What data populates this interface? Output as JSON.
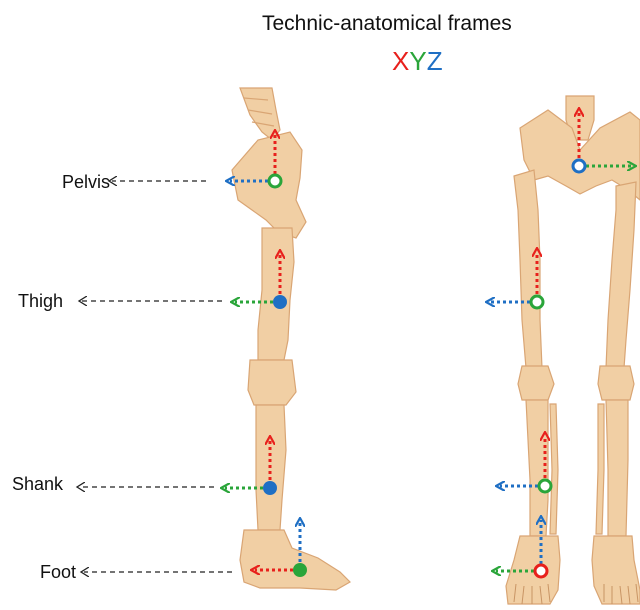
{
  "title": "Technic-anatomical frames",
  "axes": {
    "x": {
      "letter": "X",
      "color": "#e8201c"
    },
    "y": {
      "letter": "Y",
      "color": "#2aa53a"
    },
    "z": {
      "letter": "Z",
      "color": "#1f6fc4"
    }
  },
  "colors": {
    "bone": "#f1cfa4",
    "bone_edge": "#d9a574",
    "bone_dark": "#e3b68a",
    "leader": "#222222"
  },
  "segments": [
    {
      "name": "pelvis",
      "label": "Pelvis"
    },
    {
      "name": "thigh",
      "label": "Thigh"
    },
    {
      "name": "shank",
      "label": "Shank"
    },
    {
      "name": "foot",
      "label": "Foot"
    }
  ]
}
